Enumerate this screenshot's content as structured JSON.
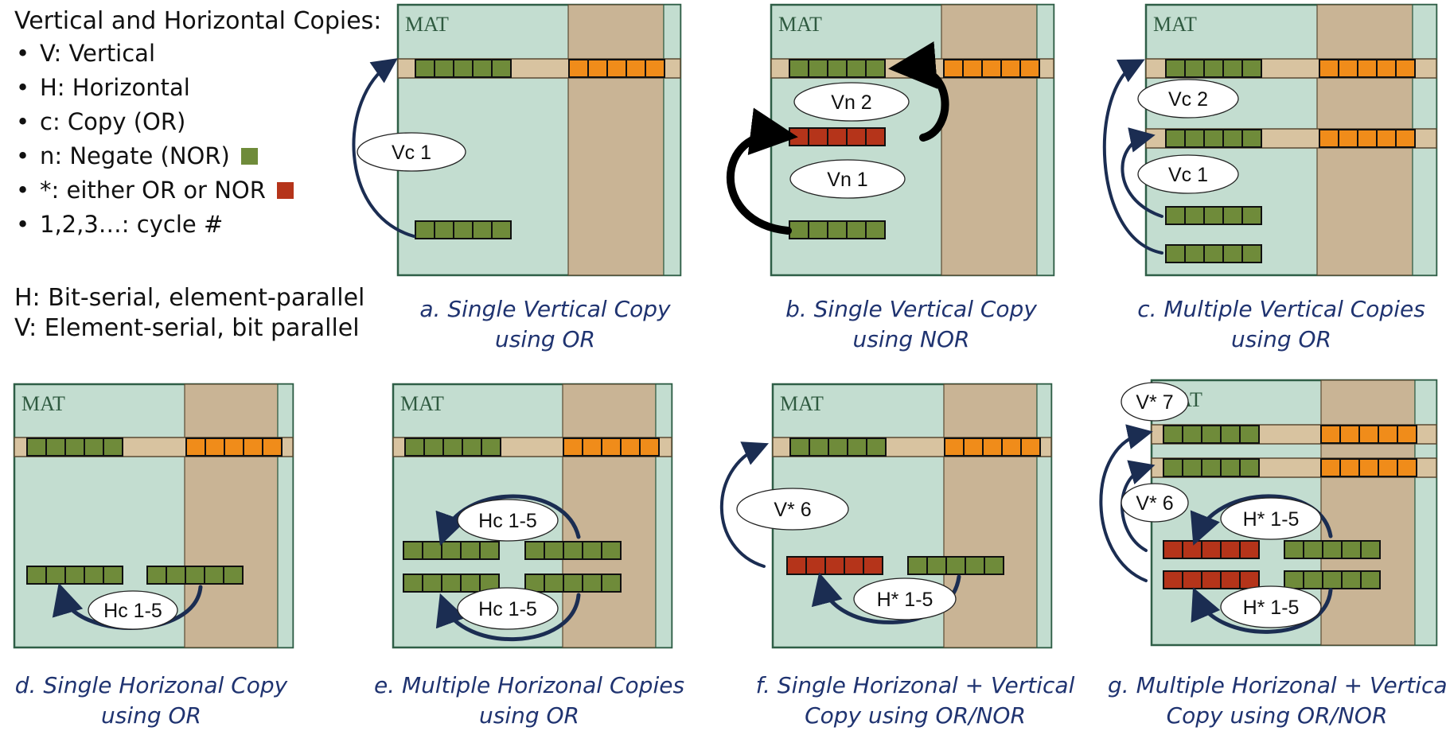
{
  "legend": {
    "title": "Vertical and Horizontal Copies:",
    "items": [
      {
        "text": "V: Vertical"
      },
      {
        "text": "H: Horizontal"
      },
      {
        "text": "c: Copy (OR)"
      },
      {
        "text": "n: Negate (NOR)",
        "swatch": "#6f8b3a"
      },
      {
        "text": "*: either OR or NOR",
        "swatch": "#b5341a"
      },
      {
        "text": "1,2,3…: cycle #"
      }
    ],
    "notes": [
      "H: Bit-serial, element-parallel",
      "V: Element-serial, bit parallel"
    ]
  },
  "mat_label": "MAT",
  "colors": {
    "mat_fill": "#c3ddd0",
    "mat_border": "#2e5e46",
    "column_fill": "#c9b495",
    "row_fill": "#d8c3a0",
    "green_cell": "#6f8b3a",
    "orange_cell": "#f08c1a",
    "red_cell": "#b5341a",
    "caption_color": "#1f3370"
  },
  "panels": [
    {
      "id": "a",
      "caption": [
        "a. Single Vertical Copy",
        "using OR"
      ],
      "labels": [
        "Vc 1"
      ]
    },
    {
      "id": "b",
      "caption": [
        "b. Single Vertical Copy",
        "using NOR"
      ],
      "labels": [
        "Vn 2",
        "Vn 1"
      ]
    },
    {
      "id": "c",
      "caption": [
        "c. Multiple Vertical Copies",
        "using OR"
      ],
      "labels": [
        "Vc 2",
        "Vc 1"
      ]
    },
    {
      "id": "d",
      "caption": [
        "d. Single Horizonal Copy",
        "using OR"
      ],
      "labels": [
        "Hc 1-5"
      ]
    },
    {
      "id": "e",
      "caption": [
        "e. Multiple Horizonal Copies",
        "using OR"
      ],
      "labels": [
        "Hc 1-5",
        "Hc 1-5"
      ]
    },
    {
      "id": "f",
      "caption": [
        "f. Single Horizonal + Vertical",
        "Copy using OR/NOR"
      ],
      "labels": [
        "V* 6",
        "H* 1-5"
      ]
    },
    {
      "id": "g",
      "caption": [
        "g. Multiple Horizonal + Vertical",
        "Copy using OR/NOR"
      ],
      "labels": [
        "V* 7",
        "V* 6",
        "H* 1-5",
        "H* 1-5"
      ]
    }
  ]
}
